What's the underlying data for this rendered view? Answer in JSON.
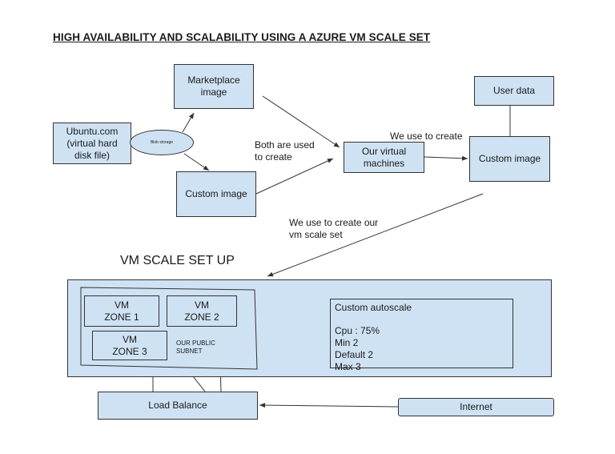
{
  "title": "HIGH AVAILABILITY AND SCALABILITY USING A AZURE VM SCALE SET",
  "nodes": {
    "ubuntu": "Ubuntu.com\n(virtual hard\ndisk file)",
    "blob_storage": "Blob storage",
    "marketplace_image": "Marketplace\nimage",
    "custom_image_left": "Custom image",
    "virtual_machines": "Our virtual\nmachines",
    "custom_image_right": "Custom image",
    "user_data": "User data",
    "load_balance": "Load Balance",
    "internet": "Internet"
  },
  "labels": {
    "both_used": "Both are used\nto create",
    "we_use_create": "We use to create",
    "we_use_scale_set": "We use to create our\nvm scale set",
    "public_subnet": "OUR PUBLIC\nSUBNET"
  },
  "scale_set": {
    "heading": "VM SCALE SET UP",
    "zones": [
      "VM\nZONE 1",
      "VM\nZONE 2",
      "VM\nZONE 3"
    ],
    "autoscale": {
      "title": "Custom autoscale",
      "lines": [
        "Cpu : 75%",
        "Min 2",
        "Default 2",
        "Max 3"
      ]
    }
  }
}
